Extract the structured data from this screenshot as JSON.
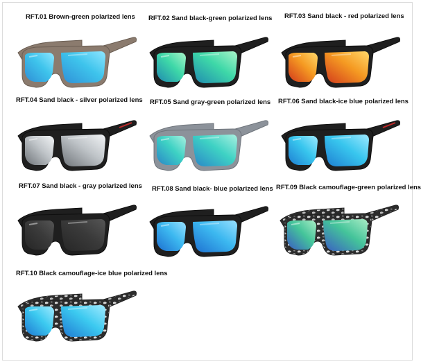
{
  "products": [
    {
      "code_label": "RFT.01  Brown-green polarized lens",
      "frame": "#8b7b6e",
      "frame_dark": "#6a5d52",
      "pattern": "",
      "lens_outer": "#2f8fd6",
      "lens_inner": "#3ec4ec",
      "lens_hi": "#8ee6ff",
      "accent": "#8b7b6e"
    },
    {
      "code_label": "RFT.02  Sand black-green polarized lens",
      "frame": "#1f1f1f",
      "frame_dark": "#0e0e0e",
      "pattern": "",
      "lens_outer": "#1f8ab0",
      "lens_inner": "#3ed8a8",
      "lens_hi": "#a8f4c8",
      "accent": "#1f1f1f"
    },
    {
      "code_label": "RFT.03  Sand black - red polarized lens",
      "frame": "#1f1f1f",
      "frame_dark": "#0e0e0e",
      "pattern": "",
      "lens_outer": "#d23a1c",
      "lens_inner": "#f59a22",
      "lens_hi": "#ffd76a",
      "accent": "#1f1f1f"
    },
    {
      "code_label": "RFT.04  Sand black - silver polarized lens",
      "frame": "#1f1f1f",
      "frame_dark": "#0e0e0e",
      "pattern": "",
      "lens_outer": "#6e7378",
      "lens_inner": "#bfc4c8",
      "lens_hi": "#f2f4f6",
      "accent": "#c02828"
    },
    {
      "code_label": "RFT.05 Sand gray-green polarized lens",
      "frame": "#8c929a",
      "frame_dark": "#6e747b",
      "pattern": "",
      "lens_outer": "#2a86c8",
      "lens_inner": "#3ed2c4",
      "lens_hi": "#a9f0e0",
      "accent": "#8c929a"
    },
    {
      "code_label": "RFT.06 Sand black-ice blue polarized lens",
      "frame": "#1f1f1f",
      "frame_dark": "#0e0e0e",
      "pattern": "",
      "lens_outer": "#1e7ed2",
      "lens_inner": "#38c6ee",
      "lens_hi": "#9ee9ff",
      "accent": "#c02828"
    },
    {
      "code_label": "RFT.07  Sand black - gray polarized lens",
      "frame": "#1f1f1f",
      "frame_dark": "#0e0e0e",
      "pattern": "",
      "lens_outer": "#262626",
      "lens_inner": "#3a3a3a",
      "lens_hi": "#555555",
      "accent": "#1f1f1f"
    },
    {
      "code_label": "RFT.08 Sand black- blue polarized lens",
      "frame": "#1f1f1f",
      "frame_dark": "#0e0e0e",
      "pattern": "",
      "lens_outer": "#1d6fd0",
      "lens_inner": "#3cb8f0",
      "lens_hi": "#98e0ff",
      "accent": "#1f1f1f"
    },
    {
      "code_label": "RFT.09 Black camouflage-green polarized lens",
      "frame": "#3a3a3a",
      "frame_dark": "#222222",
      "pattern": "camo",
      "lens_outer": "#3a5cc4",
      "lens_inner": "#44c49a",
      "lens_hi": "#a8ecc4",
      "accent": "#3a3a3a"
    },
    {
      "code_label": "RFT.10 Black camouflage-ice blue polarized lens",
      "frame": "#3a3a3a",
      "frame_dark": "#222222",
      "pattern": "camo",
      "lens_outer": "#1f78d2",
      "lens_inner": "#3ccaf0",
      "lens_hi": "#a2eaff",
      "accent": "#3a3a3a"
    }
  ]
}
